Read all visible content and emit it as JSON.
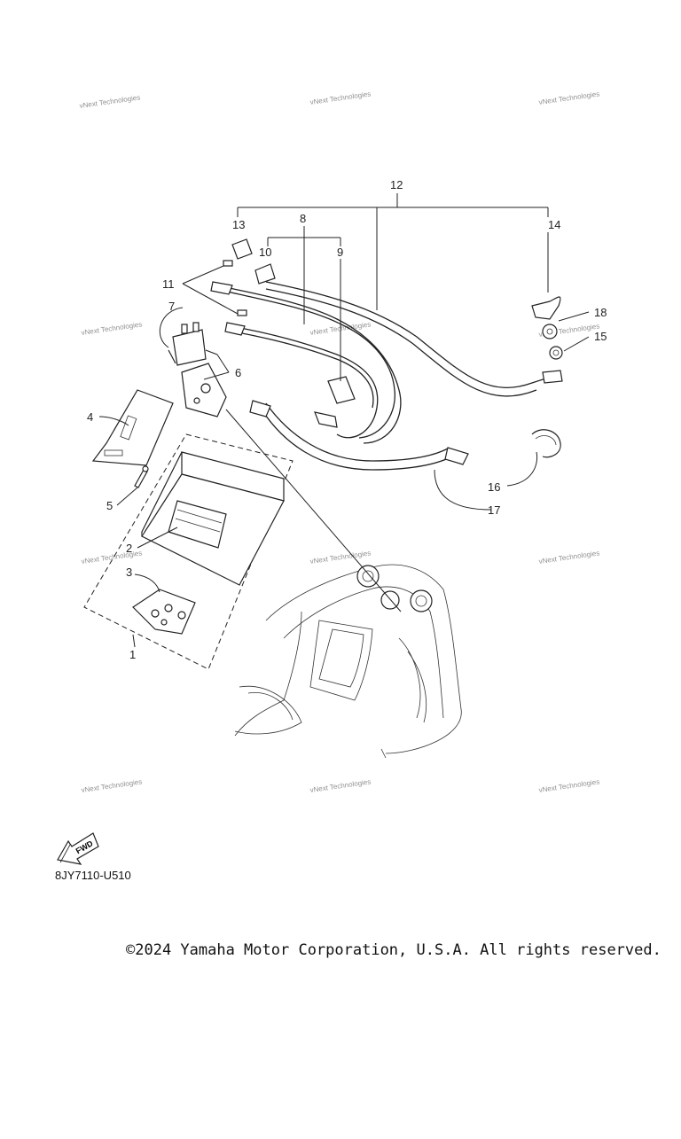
{
  "diagram": {
    "callouts": [
      "1",
      "2",
      "3",
      "4",
      "5",
      "6",
      "7",
      "8",
      "9",
      "10",
      "11",
      "12",
      "13",
      "14",
      "15",
      "16",
      "17",
      "18"
    ],
    "fwd_label": "FWD",
    "diagram_code": "8JY7110-U510",
    "watermark_text": "vNext Technologies",
    "copyright": "©2024 Yamaha Motor Corporation, U.S.A. All rights reserved."
  }
}
